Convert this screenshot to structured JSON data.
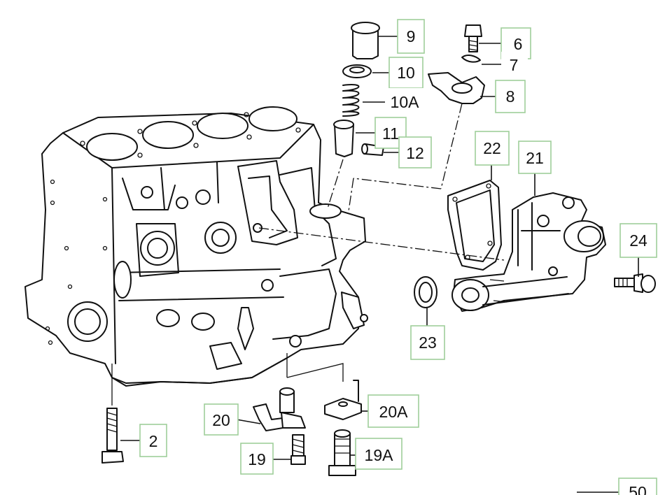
{
  "diagram": {
    "callouts": [
      {
        "id": "c2",
        "label": "2"
      },
      {
        "id": "c6",
        "label": "6"
      },
      {
        "id": "c7",
        "label": "7"
      },
      {
        "id": "c8",
        "label": "8"
      },
      {
        "id": "c9",
        "label": "9"
      },
      {
        "id": "c10",
        "label": "10"
      },
      {
        "id": "c10a",
        "label": "10A"
      },
      {
        "id": "c11",
        "label": "11"
      },
      {
        "id": "c12",
        "label": "12"
      },
      {
        "id": "c19",
        "label": "19"
      },
      {
        "id": "c19a",
        "label": "19A"
      },
      {
        "id": "c20",
        "label": "20"
      },
      {
        "id": "c20a",
        "label": "20A"
      },
      {
        "id": "c21",
        "label": "21"
      },
      {
        "id": "c22",
        "label": "22"
      },
      {
        "id": "c23",
        "label": "23"
      },
      {
        "id": "c24",
        "label": "24"
      },
      {
        "id": "c50",
        "label": "50"
      }
    ]
  }
}
